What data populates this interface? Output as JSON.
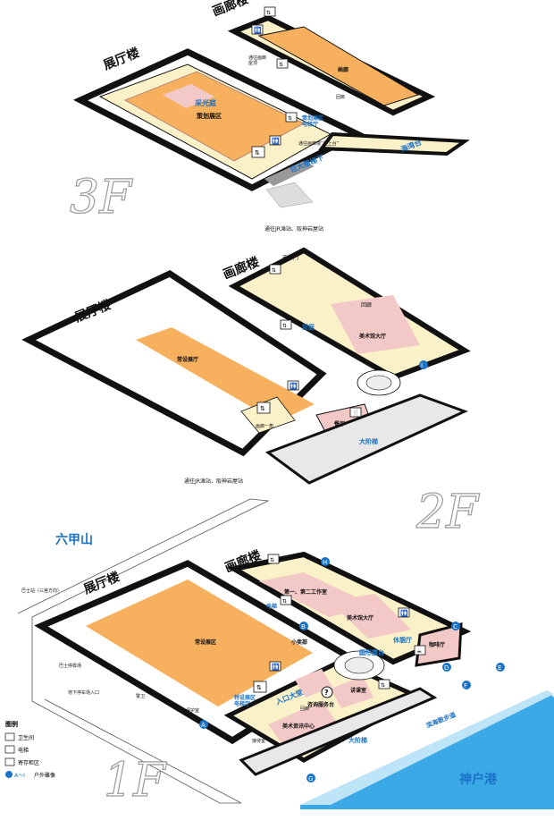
{
  "floors": {
    "f3": {
      "label": "3F",
      "building_hall": "展厅楼",
      "building_corridor": "画廊楼",
      "zones": {
        "skylight": "采光庭",
        "planned_exhibit": "策划展区",
        "gallery": "画廊",
        "corridor": "回廊",
        "exhibit_elevator": "策划展区电梯厅",
        "exhibit_elevator_l1": "策划展区",
        "exhibit_elevator_l2": "电梯厅",
        "below_stair": "巨大楼梯下",
        "sea_terrace": "海湾台",
        "exit_to_terrace": "通往画廊楼屋顶",
        "exit_to_terrace_l1": "通往画廊",
        "exit_to_terrace_l2": "屋顶",
        "exit_to_roof": "通往画廊楼“屋上台”"
      }
    },
    "f2": {
      "label": "2F",
      "building_hall": "展厅楼",
      "building_corridor": "画廊楼",
      "top_note": "通往JR滩站、阪神岩屋站",
      "bottom_note": "通往JR滩站、阪神岩屋站",
      "zones": {
        "gate": "天桥门",
        "corridor": "回廊",
        "bridge": "前庭",
        "museum_hall": "美术馆大厅",
        "permanent": "常设展厅",
        "restaurant": "餐厅",
        "grand_stair": "大阶梯",
        "walkway": "画廊一角"
      }
    },
    "f1": {
      "label": "1F",
      "building_hall": "展厅楼",
      "building_corridor": "画廊楼",
      "mountain": "六甲山",
      "harbor": "神户港",
      "zones": {
        "workroom": "第一、第二工作室",
        "museum_hall": "美术馆大厅",
        "shop": "小卖部",
        "permanent": "常设展区",
        "rotunda": "圆形露台",
        "lounge": "休憩厅",
        "cafe": "咖啡厅",
        "lecture": "讲课室",
        "consult": "咨询服务台",
        "info_center": "美术资讯中心",
        "entrance_hall": "入口大堂",
        "elevator": "电梯",
        "exhibit_elevator": "特设展区电梯厅",
        "exhibit_elevator_l1": "特设展区",
        "exhibit_elevator_l2": "电梯厅",
        "bus_station": "巴士站（三宫方向）",
        "bus_parking": "巴士停靠场",
        "parking_entrance": "地下停车场入口",
        "guard": "警卫",
        "security": "保护室",
        "grand_stair": "大阶梯",
        "seaside": "滨海散步道",
        "corridor_side": "回廊",
        "reception": "接待室"
      },
      "outdoor_markers": [
        "A",
        "B",
        "C",
        "D",
        "E",
        "F",
        "G",
        "H"
      ]
    }
  },
  "legend": {
    "title": "图例",
    "items": [
      {
        "icon": "restroom-icon",
        "label": "卫生间"
      },
      {
        "icon": "elevator-icon",
        "label": "电梯"
      },
      {
        "icon": "locker-icon",
        "label": "寄存柜区"
      },
      {
        "icon": "sculpture-marker-icon",
        "label": "户外雕像",
        "prefix": "A～I"
      }
    ]
  },
  "colors": {
    "exhibit": "#f6b05e",
    "pink": "#f3c9c7",
    "cream": "#fbf1c9",
    "blue": "#1a73c7",
    "sea": "#3aa9e6"
  }
}
